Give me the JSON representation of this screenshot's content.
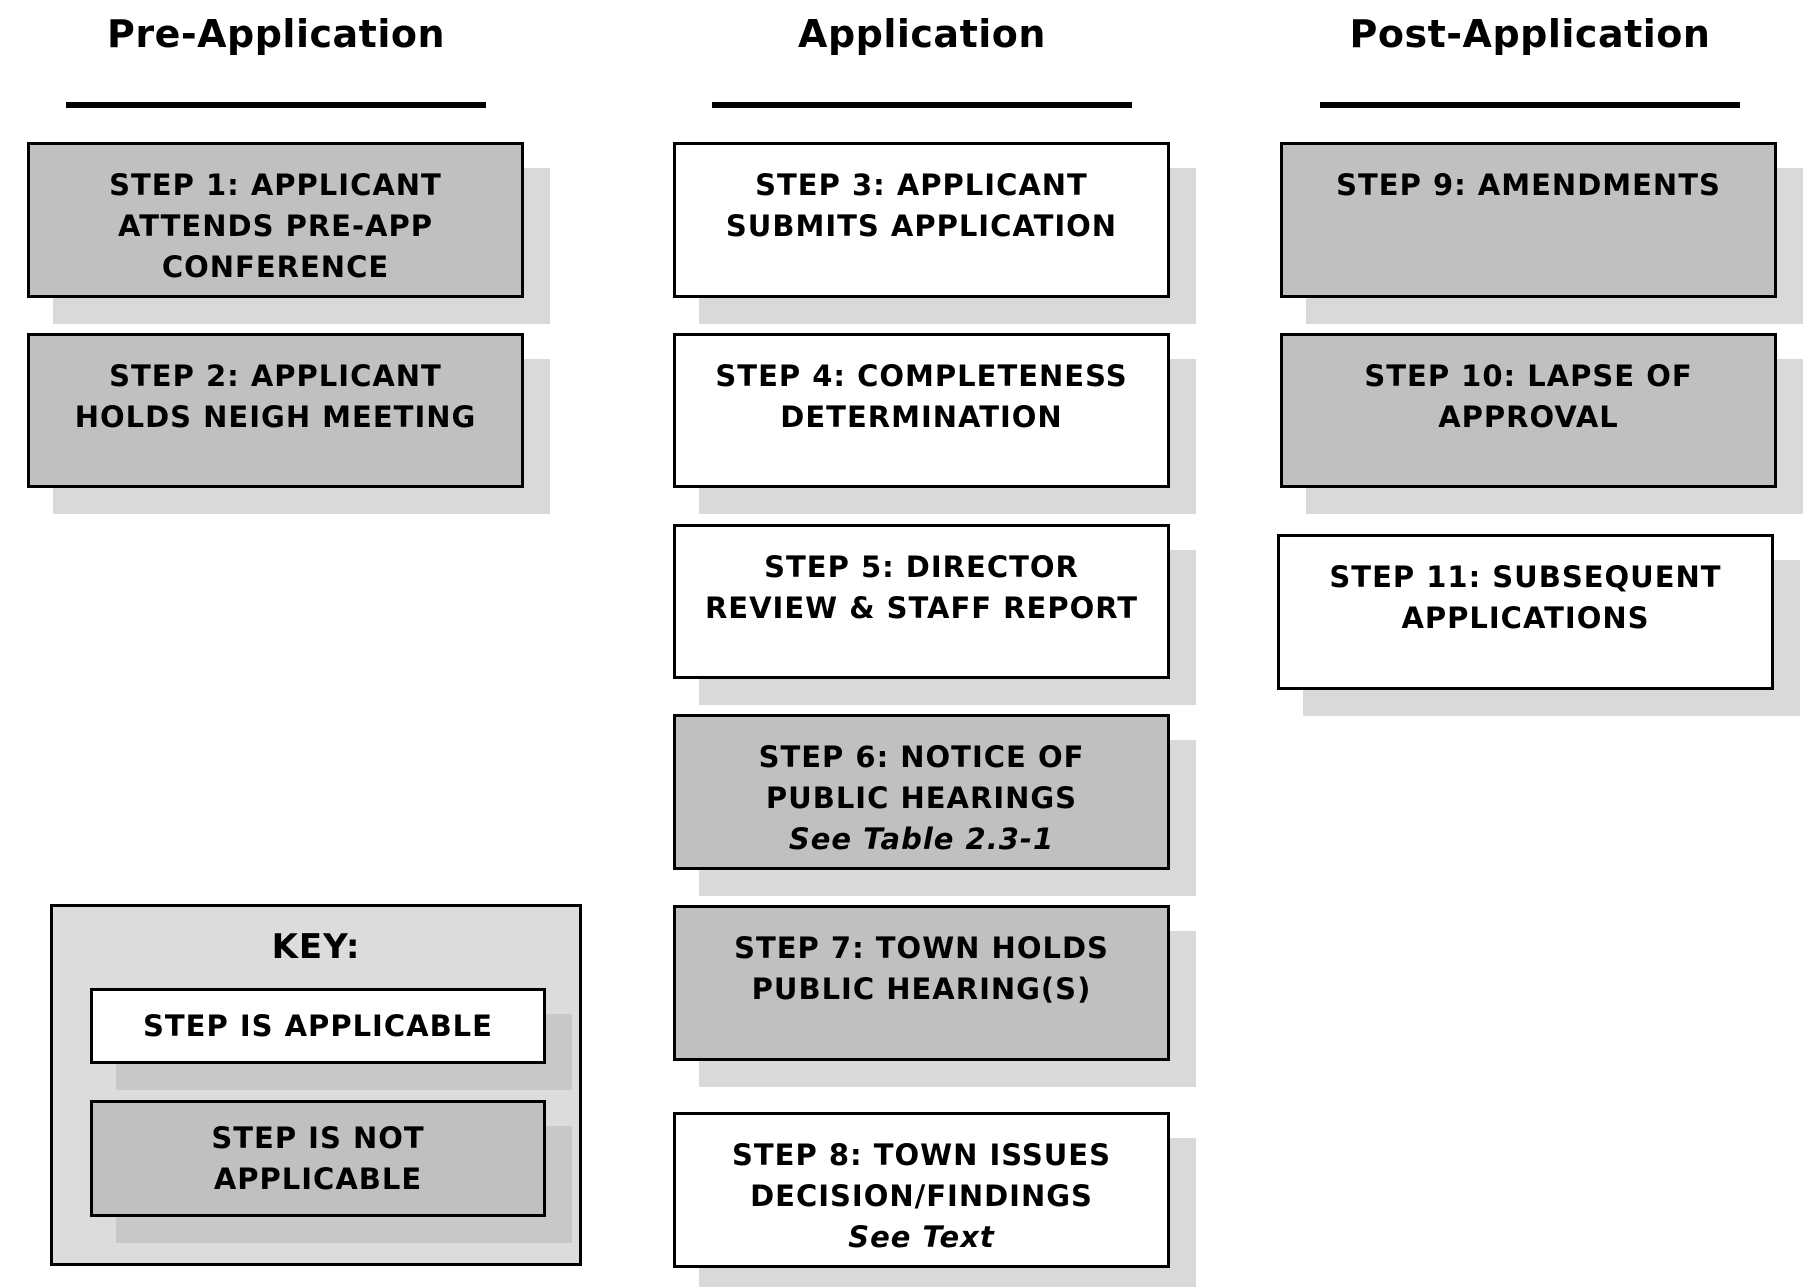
{
  "columns": {
    "pre": {
      "title": "Pre-Application"
    },
    "app": {
      "title": "Application"
    },
    "post": {
      "title": "Post-Application"
    }
  },
  "colors": {
    "applicable": "#ffffff",
    "not_applicable": "#c0c0c0",
    "key_panel": "#dcdcdc",
    "shadow": "#d9d9d9"
  },
  "steps": {
    "s1": {
      "status": "not applicable",
      "lines": [
        "STEP 1:  APPLICANT",
        "ATTENDS PRE-APP",
        "CONFERENCE"
      ]
    },
    "s2": {
      "status": "not applicable",
      "lines": [
        "STEP 2:  APPLICANT",
        "HOLDS NEIGH MEETING"
      ]
    },
    "s3": {
      "status": "applicable",
      "lines": [
        "STEP 3:  APPLICANT",
        "SUBMITS APPLICATION"
      ]
    },
    "s4": {
      "status": "applicable",
      "lines": [
        "STEP 4:  COMPLETENESS",
        "DETERMINATION"
      ]
    },
    "s5": {
      "status": "applicable",
      "lines": [
        "STEP 5:  DIRECTOR",
        "REVIEW & STAFF REPORT"
      ]
    },
    "s6": {
      "status": "not applicable",
      "lines": [
        "STEP 6:  NOTICE OF",
        "PUBLIC HEARINGS"
      ],
      "ref": "See Table 2.3-1"
    },
    "s7": {
      "status": "not applicable",
      "lines": [
        "STEP 7:  TOWN HOLDS",
        "PUBLIC HEARING(S)"
      ]
    },
    "s8": {
      "status": "applicable",
      "lines": [
        "STEP 8:  TOWN ISSUES",
        "DECISION/FINDINGS"
      ],
      "ref": "See Text"
    },
    "s9": {
      "status": "not applicable",
      "lines": [
        "STEP 9: AMENDMENTS"
      ]
    },
    "s10": {
      "status": "not applicable",
      "lines": [
        "STEP 10:  LAPSE OF",
        "APPROVAL"
      ]
    },
    "s11": {
      "status": "applicable",
      "lines": [
        "STEP 11:  SUBSEQUENT",
        "APPLICATIONS"
      ]
    }
  },
  "key": {
    "title": "KEY:",
    "applicable": {
      "lines": [
        "STEP IS APPLICABLE"
      ]
    },
    "not_applicable": {
      "lines": [
        "STEP IS NOT",
        "APPLICABLE"
      ]
    }
  }
}
